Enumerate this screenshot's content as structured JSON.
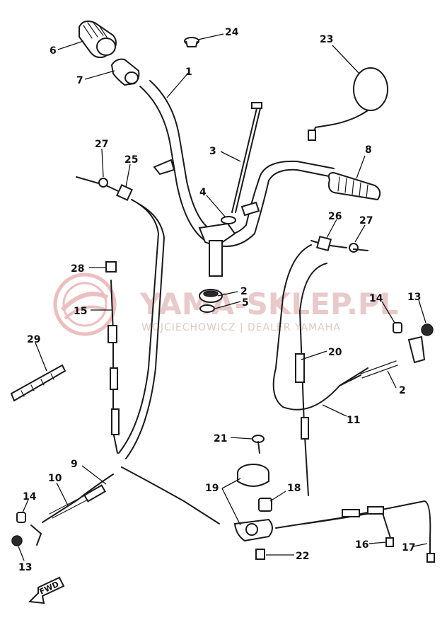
{
  "watermark": {
    "title": "YAMA-SKLEP.PL",
    "subtitle": "WOJCIECHOWICZ | DEALER YAMAHA",
    "logo_color": "#e08a8a",
    "text_color": "#e9c9c9"
  },
  "direction_marker": "FWD",
  "callouts": [
    {
      "id": "c1",
      "label": "1"
    },
    {
      "id": "c2a",
      "label": "2"
    },
    {
      "id": "c2b",
      "label": "2"
    },
    {
      "id": "c3",
      "label": "3"
    },
    {
      "id": "c4",
      "label": "4"
    },
    {
      "id": "c5",
      "label": "5"
    },
    {
      "id": "c6",
      "label": "6"
    },
    {
      "id": "c7",
      "label": "7"
    },
    {
      "id": "c8",
      "label": "8"
    },
    {
      "id": "c9",
      "label": "9"
    },
    {
      "id": "c10",
      "label": "10"
    },
    {
      "id": "c11",
      "label": "11"
    },
    {
      "id": "c13a",
      "label": "13"
    },
    {
      "id": "c13b",
      "label": "13"
    },
    {
      "id": "c14a",
      "label": "14"
    },
    {
      "id": "c14b",
      "label": "14"
    },
    {
      "id": "c15",
      "label": "15"
    },
    {
      "id": "c16",
      "label": "16"
    },
    {
      "id": "c17",
      "label": "17"
    },
    {
      "id": "c18",
      "label": "18"
    },
    {
      "id": "c19",
      "label": "19"
    },
    {
      "id": "c20",
      "label": "20"
    },
    {
      "id": "c21",
      "label": "21"
    },
    {
      "id": "c22",
      "label": "22"
    },
    {
      "id": "c23",
      "label": "23"
    },
    {
      "id": "c24",
      "label": "24"
    },
    {
      "id": "c25",
      "label": "25"
    },
    {
      "id": "c26",
      "label": "26"
    },
    {
      "id": "c27a",
      "label": "27"
    },
    {
      "id": "c27b",
      "label": "27"
    },
    {
      "id": "c28",
      "label": "28"
    },
    {
      "id": "c29",
      "label": "29"
    }
  ]
}
